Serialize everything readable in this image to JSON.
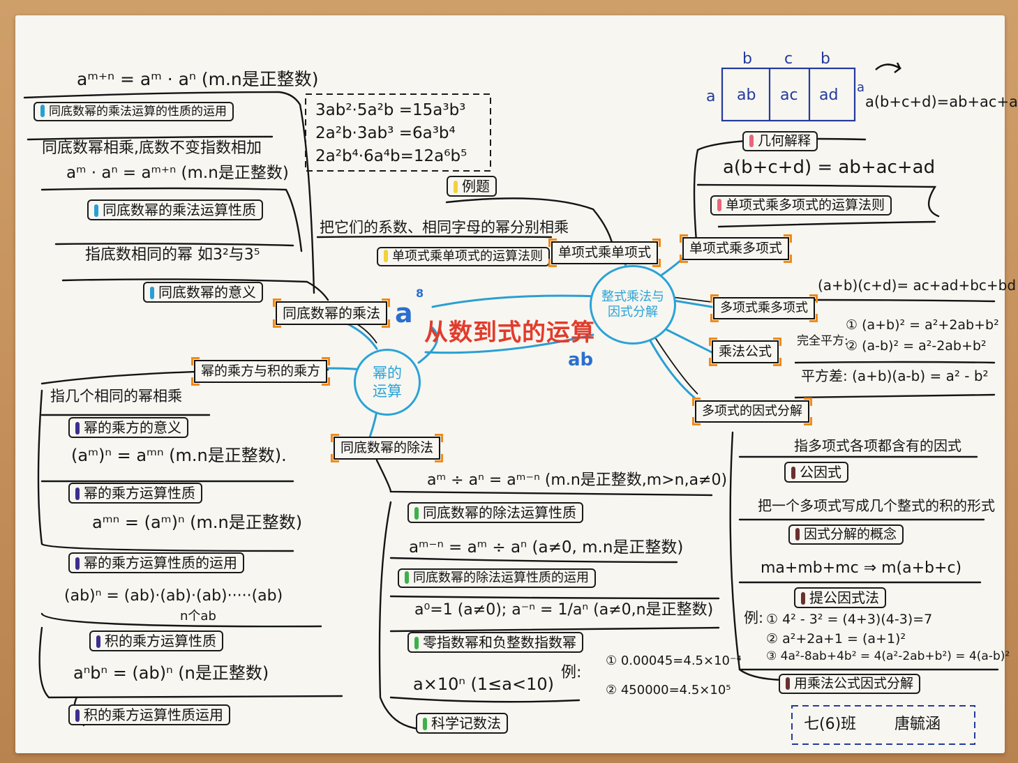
{
  "center_title": "从数到式的运算",
  "center_marks": {
    "a": "a",
    "a_exp": "8",
    "b": "ab"
  },
  "hubs": {
    "left": "幂的运算",
    "right": "整式乘法与因式分解"
  },
  "geometry": {
    "top_labels": [
      "b",
      "c",
      "b"
    ],
    "side_label_left": "a",
    "side_label_right": "a",
    "cells": [
      "ab",
      "ac",
      "ad"
    ],
    "caption": "a(b+c+d)=ab+ac+ad"
  },
  "example_box": {
    "lines": [
      "3ab²·5a²b =15a³b³",
      "2a²b·3ab³ =6a³b⁴",
      "2a²b⁴·6a⁴b=12a⁶b⁵"
    ],
    "label": "例题"
  },
  "left_top": {
    "formula_top": "aᵐ⁺ⁿ = aᵐ · aⁿ (m.n是正整数)",
    "label_use": "同底数幂的乘法运算的性质的运用",
    "rule_text": "同底数幂相乘,底数不变指数相加",
    "rule_formula": "aᵐ · aⁿ = aᵐ⁺ⁿ (m.n是正整数)",
    "label_property": "同底数幂的乘法运算性质",
    "meaning_text": "指底数相同的幂 如3²与3⁵",
    "label_meaning": "同底数幂的意义",
    "box": "同底数幂的乘法"
  },
  "mono_mono": {
    "rule_text": "把它们的系数、相同字母的幂分别相乘",
    "label": "单项式乘单项式的运算法则",
    "box": "单项式乘单项式"
  },
  "power_branch": {
    "box": "幂的乘方与积的乘方",
    "def_text": "指几个相同的幂相乘",
    "label_meaning": "幂的乘方的意义",
    "formula1": "(aᵐ)ⁿ = aᵐⁿ (m.n是正整数).",
    "label_property": "幂的乘方运算性质",
    "formula2": "aᵐⁿ = (aᵐ)ⁿ (m.n是正整数)",
    "label_use": "幂的乘方运算性质的运用",
    "formula3": "(ab)ⁿ = (ab)·(ab)·(ab)·····(ab)",
    "formula3_note": "n个ab",
    "label_product": "积的乘方运算性质",
    "formula4": "aⁿbⁿ = (ab)ⁿ (n是正整数)",
    "label_product_use": "积的乘方运算性质运用"
  },
  "division_branch": {
    "box": "同底数幂的除法",
    "formula1": "aᵐ ÷ aⁿ = aᵐ⁻ⁿ (m.n是正整数,m>n,a≠0)",
    "label_property": "同底数幂的除法运算性质",
    "formula2": "aᵐ⁻ⁿ = aᵐ ÷ aⁿ (a≠0, m.n是正整数)",
    "label_use": "同底数幂的除法运算性质的运用",
    "formula3": "a⁰=1 (a≠0); a⁻ⁿ = 1/aⁿ (a≠0,n是正整数)",
    "label_zero": "零指数幂和负整数指数幂",
    "formula4": "a×10ⁿ (1≤a<10)",
    "example_label": "例:",
    "example1": "① 0.00045=4.5×10⁻⁴",
    "example2": "② 450000=4.5×10⁵",
    "label_sci": "科学记数法"
  },
  "right_branch": {
    "label_geo": "几何解释",
    "geo_formula": "a(b+c+d) = ab+ac+ad",
    "label_rule": "单项式乘多项式的运算法则",
    "box_mono_poly": "单项式乘多项式",
    "poly_formula": "(a+b)(c+d)= ac+ad+bc+bd",
    "box_poly_poly": "多项式乘多项式",
    "box_formula": "乘法公式",
    "sq_label": "完全平方:",
    "sq1": "① (a+b)² = a²+2ab+b²",
    "sq2": "② (a-b)² = a²-2ab+b²",
    "diff": "平方差: (a+b)(a-b) = a² - b²",
    "box_factor": "多项式的因式分解",
    "common_text": "指多项式各项都含有的因式",
    "label_common": "公因式",
    "concept_text": "把一个多项式写成几个整式的积的形式",
    "label_concept": "因式分解的概念",
    "extract_formula": "ma+mb+mc ⇒ m(a+b+c)",
    "label_extract": "提公因式法",
    "ex_label": "例:",
    "ex1": "① 4² - 3² = (4+3)(4-3)=7",
    "ex2": "② a²+2a+1 = (a+1)²",
    "ex3": "③ 4a²-8ab+4b² = 4(a²-2ab+b²) = 4(a-b)²",
    "label_formula_factor": "用乘法公式因式分解"
  },
  "signature": {
    "class": "七(6)班",
    "name": "唐毓涵"
  }
}
